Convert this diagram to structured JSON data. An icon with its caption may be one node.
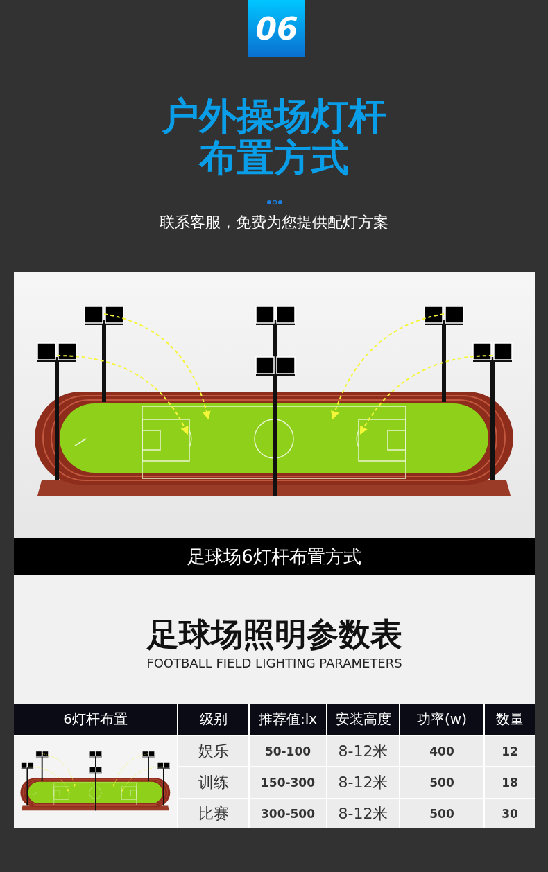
{
  "diagram": {
    "title": "户外操场灯杆布置方式",
    "caption": "足球场6灯杆布置方式",
    "labels": [
      "06",
      "联系客服，免费为您提供配灯方案",
      "足球场照明参数表",
      "FOOTBALL FIELD LIGHTING PARAMETERS",
      "6灯杆布置",
      "级别",
      "推荐值:lx",
      "安装高度",
      "功率(w)",
      "数量",
      "娱乐",
      "50-100",
      "8-12米",
      "400",
      "12",
      "训练",
      "150-300",
      "8-12米",
      "500",
      "18",
      "比赛",
      "300-500",
      "8-12米",
      "500",
      "30"
    ]
  }
}
